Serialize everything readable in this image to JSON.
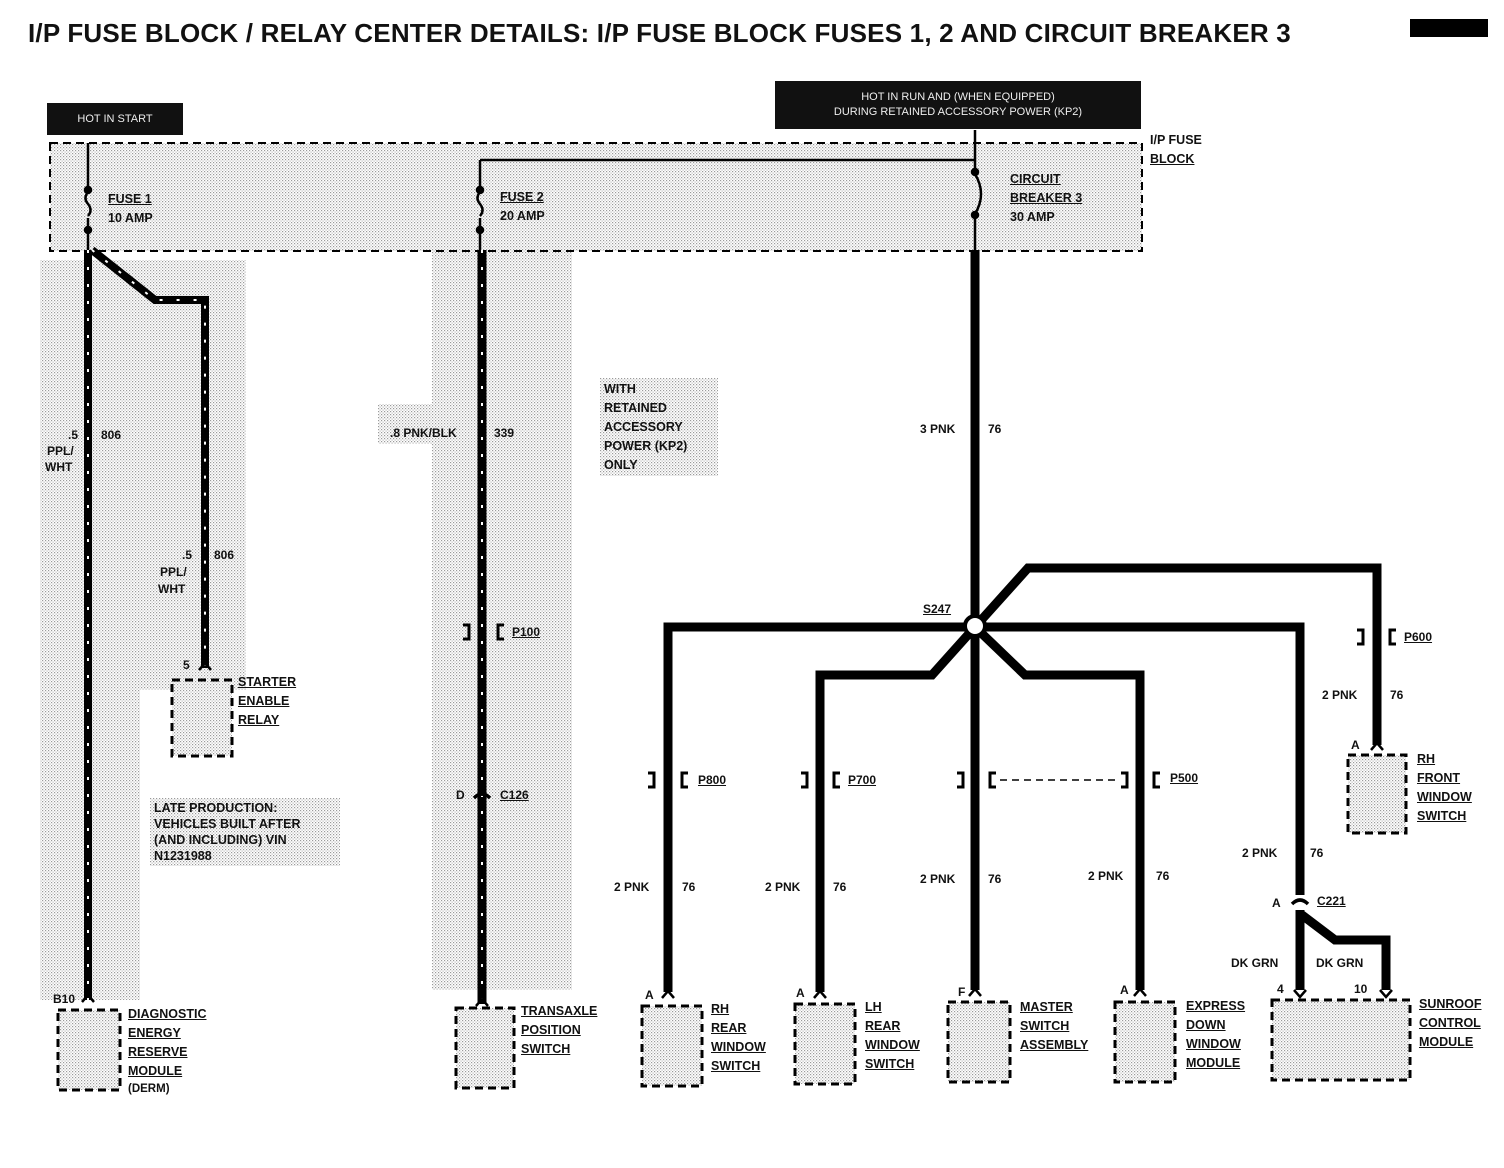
{
  "title": "I/P FUSE BLOCK / RELAY CENTER DETAILS: I/P FUSE BLOCK FUSES 1, 2 AND CIRCUIT BREAKER 3",
  "power_labels": {
    "hot_in_start": "HOT IN START",
    "hot_in_run_line1": "HOT IN RUN AND (WHEN EQUIPPED)",
    "hot_in_run_line2": "DURING RETAINED ACCESSORY POWER (KP2)"
  },
  "fuse_block_label": [
    "I/P FUSE",
    "BLOCK"
  ],
  "fuses": {
    "fuse1": [
      "FUSE 1",
      "10 AMP"
    ],
    "fuse2": [
      "FUSE 2",
      "20 AMP"
    ],
    "breaker3": [
      "CIRCUIT",
      "BREAKER 3",
      "30 AMP"
    ]
  },
  "wires": {
    "w806a_size": ".5",
    "w806a_color1": "PPL/",
    "w806a_color2": "WHT",
    "w806a_circuit": "806",
    "w806b_size": ".5",
    "w806b_color1": "PPL/",
    "w806b_color2": "WHT",
    "w806b_circuit": "806",
    "w339": ".8 PNK/BLK",
    "w339_circuit": "339",
    "w76_main": "3 PNK",
    "w76_main_circuit": "76",
    "pnk2": "2 PNK",
    "c76": "76"
  },
  "notes": {
    "kp2": [
      "WITH",
      "RETAINED",
      "ACCESSORY",
      "POWER (KP2)",
      "ONLY"
    ],
    "late": [
      "LATE PRODUCTION:",
      "VEHICLES BUILT AFTER",
      "(AND INCLUDING) VIN",
      "N1231988"
    ]
  },
  "connectors": {
    "p100": "P100",
    "c126": "C126",
    "c126_pin": "D",
    "p800": "P800",
    "p700": "P700",
    "p500": "P500",
    "p600": "P600",
    "c221": "C221",
    "c221_pin": "A",
    "s247": "S247"
  },
  "dk_grn": "DK GRN",
  "pins": {
    "starter": "5",
    "derm": "B10",
    "rh_rear": "A",
    "lh_rear": "A",
    "master": "F",
    "express": "A",
    "rh_front": "A",
    "sunroof_4": "4",
    "sunroof_10": "10"
  },
  "components": {
    "starter": [
      "STARTER",
      "ENABLE",
      "RELAY"
    ],
    "derm": [
      "DIAGNOSTIC",
      "ENERGY",
      "RESERVE",
      "MODULE",
      "(DERM)"
    ],
    "transaxle": [
      "TRANSAXLE",
      "POSITION",
      "SWITCH"
    ],
    "rh_rear": [
      "RH",
      "REAR",
      "WINDOW",
      "SWITCH"
    ],
    "lh_rear": [
      "LH",
      "REAR",
      "WINDOW",
      "SWITCH"
    ],
    "master": [
      "MASTER",
      "SWITCH",
      "ASSEMBLY"
    ],
    "express": [
      "EXPRESS",
      "DOWN",
      "WINDOW",
      "MODULE"
    ],
    "sunroof": [
      "SUNROOF",
      "CONTROL",
      "MODULE"
    ],
    "rh_front": [
      "RH",
      "FRONT",
      "WINDOW",
      "SWITCH"
    ]
  }
}
